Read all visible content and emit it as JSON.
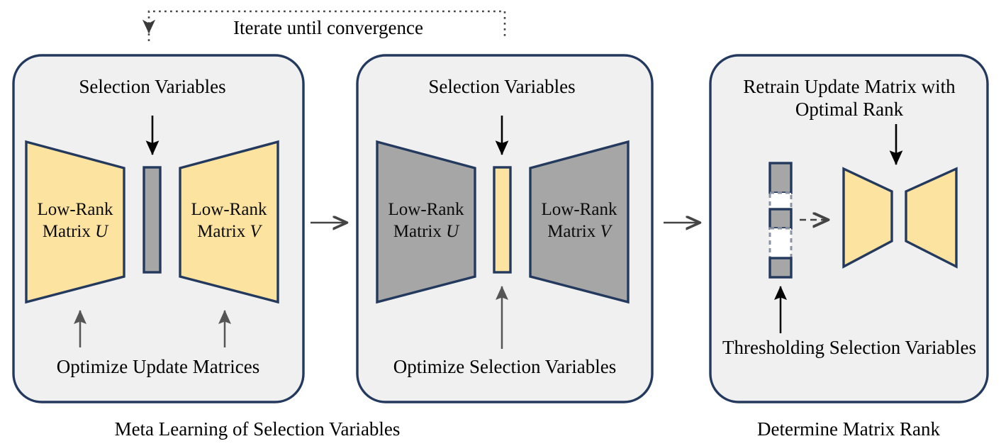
{
  "diagram": {
    "title_visible": false,
    "top_loop_label": "Iterate until convergence",
    "colors": {
      "panel_fill": "#f0f0f0",
      "panel_stroke": "#23395d",
      "yellow": "#fce3a0",
      "gray": "#a6a6a6",
      "arrow_dark": "#000000",
      "arrow_gray": "#555555",
      "dashed_gray": "#8a93a6",
      "white": "#ffffff"
    },
    "panels": [
      {
        "id": "panel-meta-learning",
        "top_label": "Selection Variables",
        "bottom_label": "Optimize Update Matrices",
        "caption": "Meta Learning of Selection Variables",
        "left_block": {
          "text_line1": "Low-Rank",
          "text_line2": "Matrix ",
          "symbol": "U",
          "fill": "yellow"
        },
        "right_block": {
          "text_line1": "Low-Rank",
          "text_line2": "Matrix ",
          "symbol": "V",
          "fill": "yellow"
        },
        "center_bar_fill": "gray",
        "incoming_arrow": "down",
        "bottom_arrows": 2
      },
      {
        "id": "panel-selection-variables",
        "top_label": "Selection Variables",
        "bottom_label": "Optimize Selection Variables",
        "caption": "",
        "left_block": {
          "text_line1": "Low-Rank",
          "text_line2": "Matrix ",
          "symbol": "U",
          "fill": "gray"
        },
        "right_block": {
          "text_line1": "Low-Rank",
          "text_line2": "Matrix ",
          "symbol": "V",
          "fill": "gray"
        },
        "center_bar_fill": "yellow",
        "incoming_arrow": "down",
        "bottom_arrows": 1
      },
      {
        "id": "panel-determine-rank",
        "top_label": "Retrain Update Matrix with\nOptimal Rank",
        "bottom_label": "Thresholding Selection Variables",
        "caption": "Determine Matrix Rank",
        "segments": [
          {
            "fill": "gray",
            "style": "solid"
          },
          {
            "fill": "white",
            "style": "dashed"
          },
          {
            "fill": "gray",
            "style": "solid"
          },
          {
            "fill": "white",
            "style": "dashed"
          },
          {
            "fill": "gray",
            "style": "solid"
          }
        ],
        "dashed_arrow": "right",
        "incoming_arrow": "down",
        "bottom_arrows": 1
      }
    ],
    "connectors": [
      {
        "name": "panel1-to-panel2",
        "type": "solid-arrow",
        "direction": "right"
      },
      {
        "name": "panel2-to-panel3",
        "type": "solid-arrow",
        "direction": "right"
      },
      {
        "name": "feedback-loop",
        "type": "dotted-arrow",
        "direction": "left-down",
        "label": "Iterate until convergence"
      }
    ]
  }
}
